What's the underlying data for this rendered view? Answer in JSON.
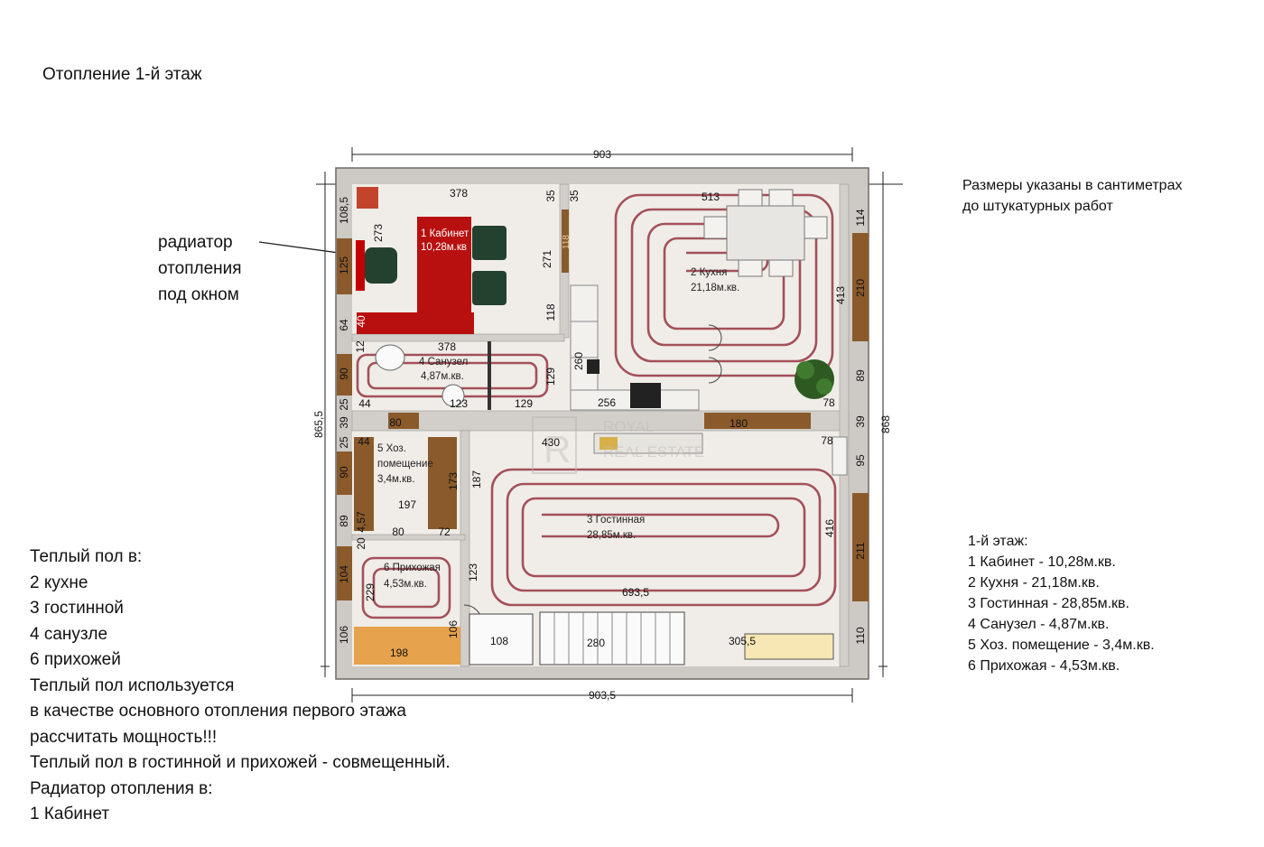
{
  "title": "Отопление 1-й этаж",
  "radiator_note": [
    "радиатор",
    "отопления",
    "под окном"
  ],
  "dimensions_note": [
    "Размеры указаны в сантиметрах",
    "до штукатурных работ"
  ],
  "legend": {
    "heading": "1-й этаж:",
    "items": [
      "1 Кабинет - 10,28м.кв.",
      "2 Кухня - 21,18м.кв.",
      "3 Гостинная - 28,85м.кв.",
      "4 Санузел - 4,87м.кв.",
      "5 Хоз. помещение - 3,4м.кв.",
      "6 Прихожая - 4,53м.кв."
    ]
  },
  "notes": [
    "Теплый пол в:",
    "2 кухне",
    "3 гостинной",
    "4 санузле",
    "6 прихожей",
    "Теплый пол используется",
    "в качестве основного отопления первого этажа",
    "рассчитать мощность!!!",
    "Теплый пол в гостинной и прихожей - совмещенный.",
    "Радиатор отопления в:",
    "1 Кабинет"
  ],
  "rooms": {
    "cabinet": [
      "1 Кабинет",
      "10,28м.кв"
    ],
    "kitchen": [
      "2 Кухня",
      "21,18м.кв."
    ],
    "living": [
      "3 Гостинная",
      "28,85м.кв."
    ],
    "bathroom": [
      "4 Санузел",
      "4,87м.кв."
    ],
    "utility": [
      "5 Хоз.",
      "помещение",
      "3,4м.кв."
    ],
    "hallway": [
      "6 Прихожая",
      "4,53м.кв."
    ]
  },
  "watermark": [
    "ROYAL",
    "REAL ESTATE"
  ],
  "dims": {
    "top_total": "903",
    "bottom_total": "903,5",
    "left_total": "865,5",
    "right_total": "868",
    "cab_w": "378",
    "c35a": "35",
    "c35b": "35",
    "kit_w": "513",
    "c108": "108,5",
    "c273": "273",
    "c125": "125",
    "c40": "40",
    "c64": "64",
    "c271": "271",
    "c118a": "118",
    "c118b": "118",
    "c114": "114",
    "c210": "210",
    "c413": "413",
    "c89a": "89",
    "c12": "12",
    "bath_w": "378",
    "c90a": "90",
    "c129a": "129",
    "c260": "260",
    "c25a": "25",
    "c44a": "44",
    "c123a": "123",
    "c129b": "129",
    "c256": "256",
    "c78a": "78",
    "c39a": "39",
    "c80a": "80",
    "c180": "180",
    "c39b": "39",
    "c25b": "25",
    "c44b": "44",
    "c430": "430",
    "c78b": "78",
    "c90b": "90",
    "c173": "173",
    "c187": "187",
    "c95": "95",
    "c197": "197",
    "c89b": "89",
    "c457": "4,57",
    "c80b": "80",
    "c72": "72",
    "c20": "20",
    "c416": "416",
    "c104": "104",
    "c229": "229",
    "c123b": "123",
    "c211": "211",
    "c6935": "693,5",
    "c106a": "106",
    "c106b": "106",
    "c108b": "108",
    "c280": "280",
    "c3055": "305,5",
    "c110": "110",
    "c198": "198"
  },
  "colors": {
    "wall": "#8b5a2b",
    "floor": "#f0ede8",
    "heating": "#a3505a",
    "furniture_red": "#b80f0f",
    "chair": "#23412f",
    "door_fill": "#e6a24c",
    "plant": "#2e5a22"
  }
}
